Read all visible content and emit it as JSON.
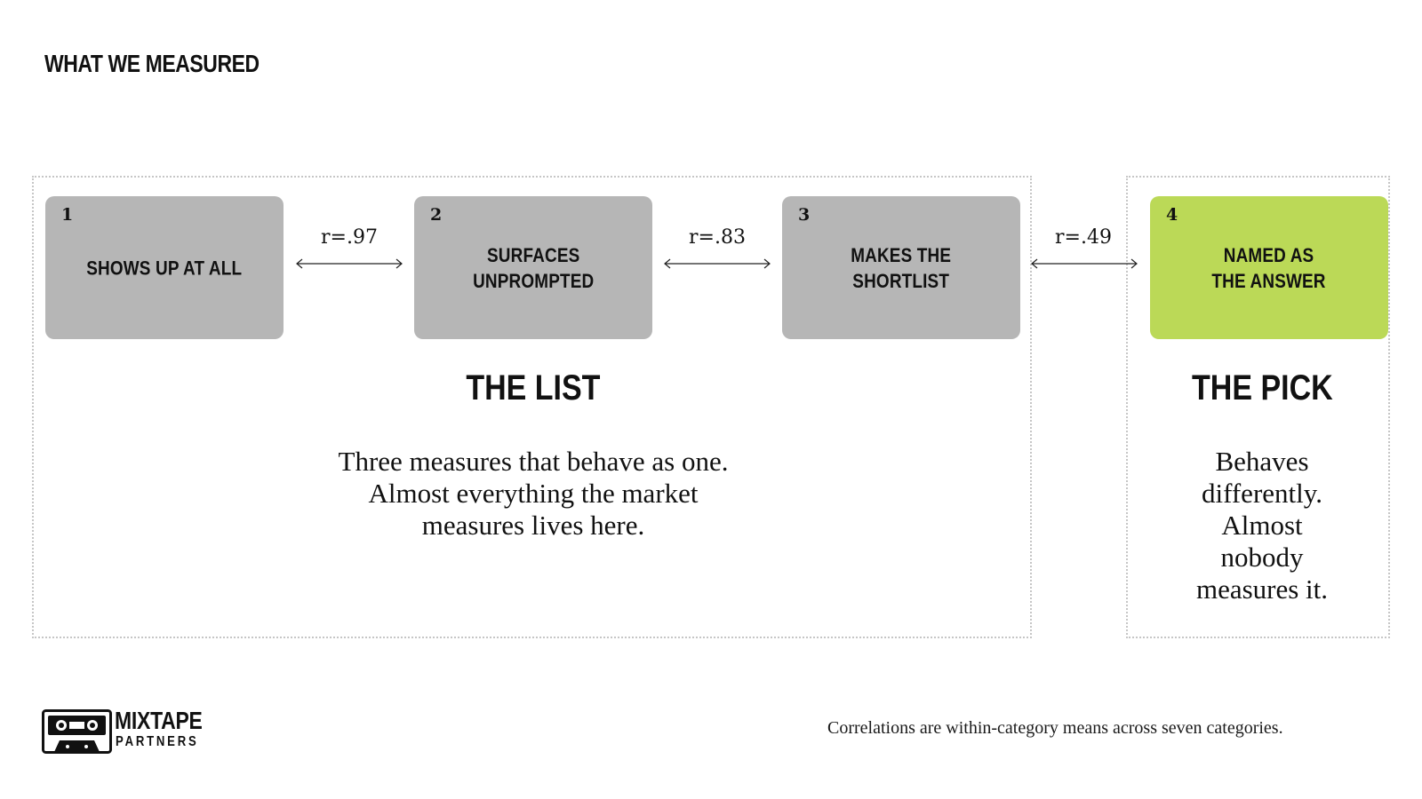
{
  "page_title": "WHAT WE MEASURED",
  "stages": [
    {
      "number": "1",
      "label": "SHOWS UP AT ALL",
      "color": "#b6b6b6"
    },
    {
      "number": "2",
      "label": "SURFACES\nUNPROMPTED",
      "color": "#b6b6b6"
    },
    {
      "number": "3",
      "label": "MAKES THE\nSHORTLIST",
      "color": "#b6b6b6"
    },
    {
      "number": "4",
      "label": "NAMED AS\nTHE ANSWER",
      "color": "#bbd957"
    }
  ],
  "correlations": [
    "r=.97",
    "r=.83",
    "r=.49"
  ],
  "groups": {
    "list": {
      "title": "THE LIST",
      "description": "Three measures that behave as one.\nAlmost everything the market\nmeasures lives here."
    },
    "pick": {
      "title": "THE PICK",
      "description": "Behaves\ndifferently.\nAlmost\nnobody\nmeasures it."
    }
  },
  "logo": {
    "word1": "MIXTAPE",
    "word2": "PARTNERS"
  },
  "footnote": "Correlations are within-category means across seven categories.",
  "colors": {
    "accent": "#bbd957",
    "box": "#b6b6b6",
    "dotted_border": "#c6c6c6"
  }
}
